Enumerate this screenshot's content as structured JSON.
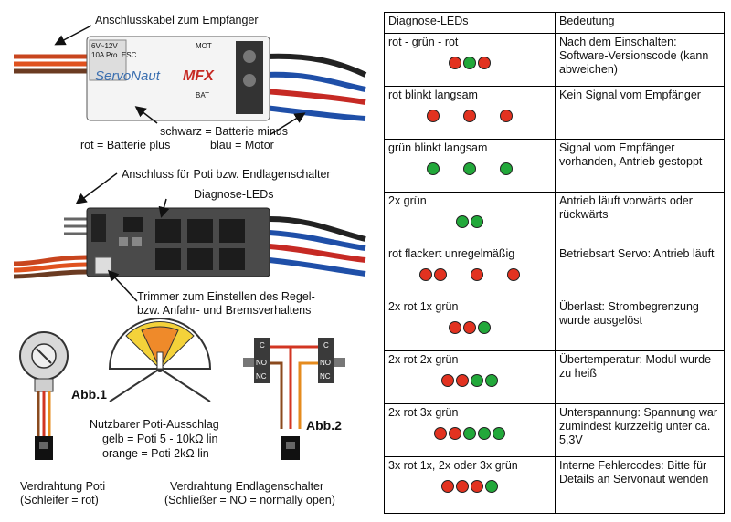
{
  "left": {
    "label_cable": "Anschlusskabel zum Empfänger",
    "label_black": "schwarz = Batterie minus",
    "label_red": "rot = Batterie plus",
    "label_blue": "blau = Motor",
    "label_poti_conn": "Anschluss für Poti bzw. Endlagenschalter",
    "label_diag": "Diagnose-LEDs",
    "label_trimmer_1": "Trimmer zum Einstellen des Regel-",
    "label_trimmer_2": "bzw. Anfahr- und Bremsverhaltens",
    "abb1": "Abb.1",
    "abb2": "Abb.2",
    "poti_range_1": "Nutzbarer Poti-Ausschlag",
    "poti_range_2": "gelb = Poti 5 - 10kΩ lin",
    "poti_range_3": "orange = Poti 2kΩ lin",
    "wiring_poti_1": "Verdrahtung Poti",
    "wiring_poti_2": "(Schleifer = rot)",
    "wiring_switch_1": "Verdrahtung Endlagenschalter",
    "wiring_switch_2": "(Schließer = NO = normally open)",
    "board_brand": "ServoNaut",
    "board_model": "MFX",
    "board_spec_1": "6V~12V",
    "board_spec_2": "10A Pro. ESC",
    "board_mot": "MOT",
    "board_bat": "BAT",
    "switch_c": "C",
    "switch_no": "NO",
    "switch_nc": "NC"
  },
  "table": {
    "header_led": "Diagnose-LEDs",
    "header_meaning": "Bedeutung",
    "colors": {
      "red": "#e23220",
      "green": "#22a83a"
    },
    "rows": [
      {
        "label": "rot - grün - rot",
        "meaning": "Nach dem Einschalten: Software-Versionscode (kann abweichen)",
        "leds": [
          "red",
          "green",
          "red"
        ]
      },
      {
        "label": "rot blinkt langsam",
        "meaning": "Kein Signal vom Empfänger",
        "leds": [
          "red",
          "gap",
          "red",
          "gap",
          "red"
        ]
      },
      {
        "label": "grün blinkt langsam",
        "meaning": "Signal vom Empfänger vorhanden, Antrieb gestoppt",
        "leds": [
          "green",
          "gap",
          "green",
          "gap",
          "green"
        ]
      },
      {
        "label": "2x grün",
        "meaning": "Antrieb läuft vorwärts oder rückwärts",
        "leds": [
          "green",
          "green"
        ]
      },
      {
        "label": "rot flackert unregelmäßig",
        "meaning": "Betriebsart Servo: Antrieb läuft",
        "leds": [
          "red",
          "red",
          "gap",
          "red",
          "gap",
          "red"
        ]
      },
      {
        "label": "2x rot 1x grün",
        "meaning": "Überlast: Strombegrenzung wurde ausgelöst",
        "leds": [
          "red",
          "red",
          "green"
        ]
      },
      {
        "label": "2x rot 2x grün",
        "meaning": "Übertemperatur: Modul wurde zu heiß",
        "leds": [
          "red",
          "red",
          "green",
          "green"
        ]
      },
      {
        "label": "2x rot 3x grün",
        "meaning": "Unterspannung: Spannung war zumindest kurzzeitig unter ca. 5,3V",
        "leds": [
          "red",
          "red",
          "green",
          "green",
          "green"
        ]
      },
      {
        "label": "3x rot  1x, 2x oder 3x grün",
        "meaning": "Interne Fehlercodes: Bitte für Details an Servonaut wenden",
        "leds": [
          "red",
          "red",
          "red",
          "green"
        ]
      }
    ]
  }
}
